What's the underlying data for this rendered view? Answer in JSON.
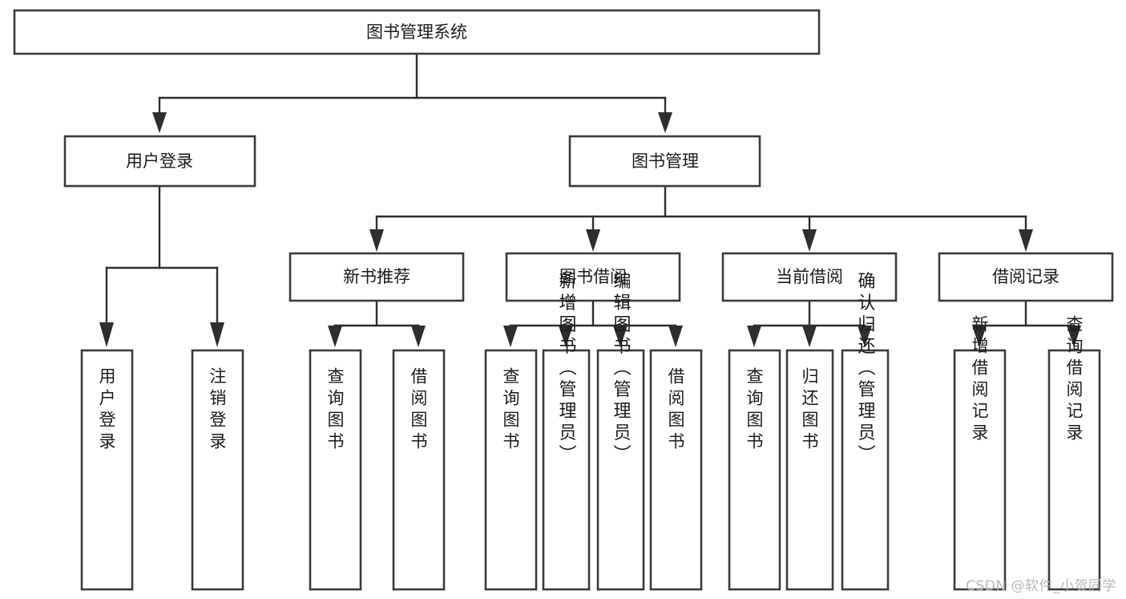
{
  "diagram": {
    "type": "tree-hierarchy-chart",
    "title": "图书管理系统",
    "watermark": "CSDN @软件_小贺同学",
    "colors": {
      "box_stroke": "#3b3b3b",
      "box_fill": "#ffffff",
      "edge": "#2e2e2e",
      "text": "#1b1b1b",
      "watermark": "#b9b9b9",
      "background": "#ffffff"
    },
    "root": {
      "label": "图书管理系统",
      "orientation": "horizontal"
    },
    "level2": [
      {
        "label": "用户登录",
        "orientation": "horizontal"
      },
      {
        "label": "图书管理",
        "orientation": "horizontal"
      }
    ],
    "level3": [
      {
        "label": "新书推荐",
        "orientation": "horizontal",
        "parent": "图书管理"
      },
      {
        "label": "图书借阅",
        "orientation": "horizontal",
        "parent": "图书管理"
      },
      {
        "label": "当前借阅",
        "orientation": "horizontal",
        "parent": "图书管理"
      },
      {
        "label": "借阅记录",
        "orientation": "horizontal",
        "parent": "图书管理"
      }
    ],
    "leaves": {
      "用户登录": [
        {
          "label": "用户登录",
          "orientation": "vertical"
        },
        {
          "label": "注销登录",
          "orientation": "vertical"
        }
      ],
      "新书推荐": [
        {
          "label": "查询图书",
          "orientation": "vertical"
        },
        {
          "label": "借阅图书",
          "orientation": "vertical"
        }
      ],
      "图书借阅": [
        {
          "label": "查询图书",
          "orientation": "vertical"
        },
        {
          "label": "新增图书（管理员）",
          "orientation": "vertical"
        },
        {
          "label": "编辑图书（管理员）",
          "orientation": "vertical"
        },
        {
          "label": "借阅图书",
          "orientation": "vertical"
        }
      ],
      "当前借阅": [
        {
          "label": "查询图书",
          "orientation": "vertical"
        },
        {
          "label": "归还图书",
          "orientation": "vertical"
        },
        {
          "label": "确认归还（管理员）",
          "orientation": "vertical"
        }
      ],
      "借阅记录": [
        {
          "label": "新增借阅记录",
          "orientation": "vertical"
        },
        {
          "label": "查询借阅记录",
          "orientation": "vertical"
        }
      ]
    },
    "nodes_flat": [
      "图书管理系统",
      "用户登录",
      "图书管理",
      "新书推荐",
      "图书借阅",
      "当前借阅",
      "借阅记录",
      "用户登录",
      "注销登录",
      "查询图书",
      "借阅图书",
      "查询图书",
      "新增图书（管理员）",
      "编辑图书（管理员）",
      "借阅图书",
      "查询图书",
      "归还图书",
      "确认归还（管理员）",
      "新增借阅记录",
      "查询借阅记录"
    ]
  }
}
